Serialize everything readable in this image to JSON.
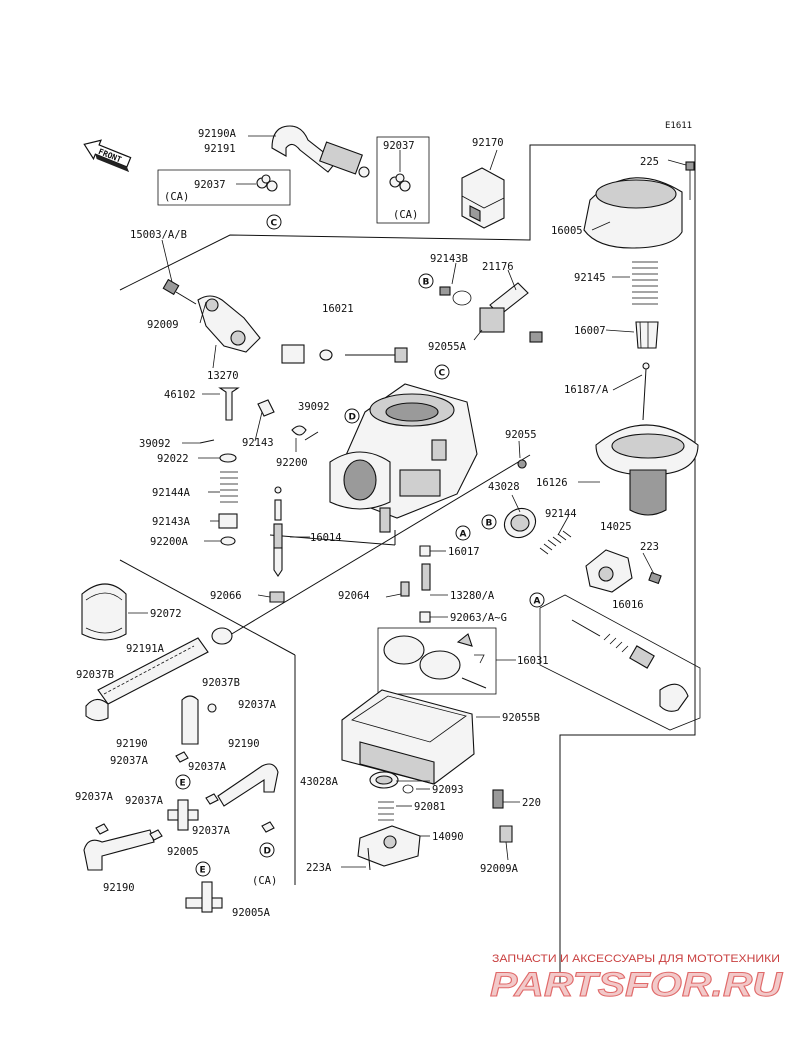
{
  "diagram": {
    "code": "E1611",
    "front_label": "FRONT",
    "ca_label": "(CA)",
    "labels": {
      "p92190A": "92190A",
      "p92191": "92191",
      "p92037_box": "92037",
      "p92037_ca": "92037",
      "p92170": "92170",
      "p225": "225",
      "p16005": "16005",
      "p15003": "15003/A/B",
      "p92143B": "92143B",
      "p21176": "21176",
      "p92145": "92145",
      "p16021": "16021",
      "p92009": "92009",
      "p92055A": "92055A",
      "p16007": "16007",
      "p13270": "13270",
      "p16187": "16187/A",
      "p46102": "46102",
      "p39092a": "39092",
      "p39092b": "39092",
      "p92143": "92143",
      "p92055": "92055",
      "p92022": "92022",
      "p92200": "92200",
      "p16126": "16126",
      "p92144A": "92144A",
      "p43028": "43028",
      "p92144": "92144",
      "p14025": "14025",
      "p92143A": "92143A",
      "p92200A": "92200A",
      "p16014": "16014",
      "p223": "223",
      "p16017": "16017",
      "p92066": "92066",
      "p92064": "92064",
      "p13280": "13280/A",
      "p16016": "16016",
      "p92072": "92072",
      "p92063": "92063/A~G",
      "p92191A": "92191A",
      "p16031": "16031",
      "p92037B_l": "92037B",
      "p92037B_r": "92037B",
      "p92037A_r": "92037A",
      "p92055B": "92055B",
      "p92190_l": "92190",
      "p92190_r": "92190",
      "p92037A_1": "92037A",
      "p92037A_2": "92037A",
      "p43028A": "43028A",
      "p92093": "92093",
      "p92037A_3": "92037A",
      "p92037A_4": "92037A",
      "p92081": "92081",
      "p220": "220",
      "p92037A_5": "92037A",
      "p14090": "14090",
      "p92005": "92005",
      "p92009A": "92009A",
      "p223A": "223A",
      "p92190_b": "92190",
      "p92005A": "92005A"
    },
    "refs": {
      "A": "A",
      "B": "B",
      "C": "C",
      "D": "D",
      "E": "E"
    }
  },
  "watermark": {
    "tagline": "ЗАПЧАСТИ И АКСЕССУАРЫ ДЛЯ МОТОТЕХНИКИ",
    "brand": "PARTSFOR.RU"
  }
}
